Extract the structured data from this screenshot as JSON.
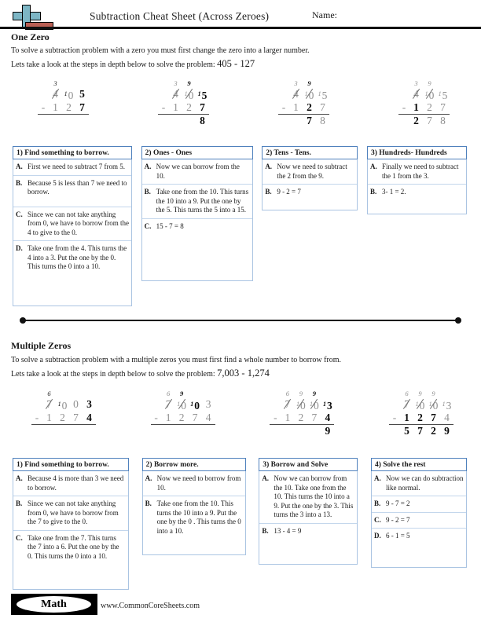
{
  "header": {
    "title": "Subtraction Cheat Sheet (Across Zeroes)",
    "name_label": "Name:"
  },
  "icons": {
    "logo": "teal-plus-cross-with-red-subtraction-bar"
  },
  "colors": {
    "box_border_dark": "#4f81bd",
    "box_border_light": "#aac4e2",
    "logo_teal": "#7db6c5",
    "logo_red": "#bb6055",
    "deemphasized_gray": "#909090"
  },
  "sections": [
    {
      "heading": "One Zero",
      "intro1": "To solve a subtraction problem with a zero you must first change the zero into a larger number.",
      "intro2": "Lets take a look at the steps in depth below to solve the problem:",
      "problem": "405 - 127",
      "worked": [
        {
          "carry": [
            {
              "t": "3"
            },
            {},
            {}
          ],
          "minuend": [
            {
              "t": "4",
              "x": 1,
              "g": 1
            },
            {
              "t": "0",
              "g": 1,
              "sup": "1",
              "sd": 1
            },
            {
              "t": "5",
              "b": 1
            }
          ],
          "sub": [
            {
              "t": "-",
              "g": 1
            },
            {
              "t": "1",
              "g": 1
            },
            {
              "t": "2",
              "g": 1
            },
            {
              "t": "7",
              "b": 1
            }
          ],
          "answer": []
        },
        {
          "carry": [
            {
              "t": "3",
              "g": 1
            },
            {
              "t": "9",
              "b": 1
            },
            {}
          ],
          "minuend": [
            {
              "t": "4",
              "x": 1,
              "g": 1
            },
            {
              "t": "0",
              "x": 1,
              "g": 1,
              "sup": "1"
            },
            {
              "t": "5",
              "b": 1,
              "sup": "1"
            }
          ],
          "sub": [
            {
              "t": "-",
              "g": 1
            },
            {
              "t": "1",
              "g": 1
            },
            {
              "t": "2",
              "g": 1
            },
            {
              "t": "7",
              "b": 1
            }
          ],
          "answer": [
            {},
            {},
            {
              "t": "8",
              "b": 1
            }
          ]
        },
        {
          "carry": [
            {
              "t": "3",
              "g": 1
            },
            {
              "t": "9",
              "b": 1
            },
            {}
          ],
          "minuend": [
            {
              "t": "4",
              "x": 1,
              "g": 1
            },
            {
              "t": "0",
              "x": 1,
              "g": 1,
              "sup": "1"
            },
            {
              "t": "5",
              "g": 1,
              "sup": "1"
            }
          ],
          "sub": [
            {
              "t": "-",
              "g": 1
            },
            {
              "t": "1",
              "g": 1
            },
            {
              "t": "2",
              "b": 1
            },
            {
              "t": "7",
              "g": 1
            }
          ],
          "answer": [
            {},
            {
              "t": "7",
              "b": 1
            },
            {
              "t": "8",
              "g": 1
            }
          ]
        },
        {
          "carry": [
            {
              "t": "3",
              "g": 1
            },
            {
              "t": "9",
              "g": 1
            },
            {}
          ],
          "minuend": [
            {
              "t": "4",
              "x": 1,
              "g": 1
            },
            {
              "t": "0",
              "x": 1,
              "g": 1,
              "sup": "1"
            },
            {
              "t": "5",
              "g": 1,
              "sup": "1"
            }
          ],
          "sub": [
            {
              "t": "-",
              "g": 1
            },
            {
              "t": "1",
              "b": 1
            },
            {
              "t": "2",
              "g": 1
            },
            {
              "t": "7",
              "g": 1
            }
          ],
          "answer": [
            {
              "t": "2",
              "b": 1
            },
            {
              "t": "7",
              "g": 1
            },
            {
              "t": "8",
              "g": 1
            }
          ]
        }
      ],
      "boxes": [
        {
          "title": "1) Find something to borrow.",
          "steps": [
            {
              "letter": "A.",
              "text": "First we need to subtract 7 from 5."
            },
            {
              "letter": "B.",
              "text": "Because 5 is less than 7 we need to borrow."
            },
            {
              "letter": "C.",
              "text": "Since we can not take anything from 0, we have to borrow from the 4 to give to the 0."
            },
            {
              "letter": "D.",
              "text": "Take one from the 4. This turns the 4 into a 3. Put the one by the 0. This turns the 0 into a 10."
            }
          ]
        },
        {
          "title": "2) Ones - Ones",
          "steps": [
            {
              "letter": "A.",
              "text": "Now we can borrow from the 10."
            },
            {
              "letter": "B.",
              "text": "Take one from the 10. This turns the 10 into a 9. Put the one by the 5. This turns the 5 into a 15."
            },
            {
              "letter": "C.",
              "text": "15 - 7 = 8"
            }
          ]
        },
        {
          "title": "2) Tens - Tens.",
          "steps": [
            {
              "letter": "A.",
              "text": "Now we need to subtract the 2 from the 9."
            },
            {
              "letter": "B.",
              "text": "9 - 2 = 7"
            }
          ]
        },
        {
          "title": "3) Hundreds- Hundreds",
          "steps": [
            {
              "letter": "A.",
              "text": "Finally we need to subtract the 1 from the 3."
            },
            {
              "letter": "B.",
              "text": "3- 1 = 2."
            }
          ]
        }
      ]
    },
    {
      "heading": "Multiple Zeros",
      "intro1": "To solve a subtraction problem with a multiple zeros you must first find a whole number to borrow from.",
      "intro2": "Lets take a look at the steps in depth below to solve the problem:",
      "problem": "7,003 - 1,274",
      "worked": [
        {
          "carry": [
            {
              "t": "6"
            },
            {},
            {},
            {}
          ],
          "minuend": [
            {
              "t": "7",
              "x": 1,
              "g": 1
            },
            {
              "t": "0",
              "g": 1,
              "sup": "1",
              "sd": 1
            },
            {
              "t": "0",
              "g": 1
            },
            {
              "t": "3",
              "b": 1
            }
          ],
          "sub": [
            {
              "t": "-",
              "g": 1
            },
            {
              "t": "1",
              "g": 1
            },
            {
              "t": "2",
              "g": 1
            },
            {
              "t": "7",
              "g": 1
            },
            {
              "t": "4",
              "b": 1
            }
          ],
          "answer": []
        },
        {
          "carry": [
            {
              "t": "6",
              "g": 1
            },
            {
              "t": "9",
              "b": 1
            },
            {},
            {}
          ],
          "minuend": [
            {
              "t": "7",
              "x": 1,
              "g": 1
            },
            {
              "t": "0",
              "x": 1,
              "g": 1,
              "sup": "1"
            },
            {
              "t": "0",
              "b": 1,
              "sup": "1"
            },
            {
              "t": "3",
              "g": 1
            }
          ],
          "sub": [
            {
              "t": "-",
              "g": 1
            },
            {
              "t": "1",
              "g": 1
            },
            {
              "t": "2",
              "g": 1
            },
            {
              "t": "7",
              "g": 1
            },
            {
              "t": "4",
              "g": 1
            }
          ],
          "answer": []
        },
        {
          "carry": [
            {
              "t": "6",
              "g": 1
            },
            {
              "t": "9",
              "g": 1
            },
            {
              "t": "9",
              "b": 1
            },
            {}
          ],
          "minuend": [
            {
              "t": "7",
              "x": 1,
              "g": 1
            },
            {
              "t": "0",
              "x": 1,
              "g": 1,
              "sup": "1"
            },
            {
              "t": "0",
              "x": 1,
              "g": 1,
              "sup": "1"
            },
            {
              "t": "3",
              "b": 1,
              "sup": "1"
            }
          ],
          "sub": [
            {
              "t": "-",
              "g": 1
            },
            {
              "t": "1",
              "g": 1
            },
            {
              "t": "2",
              "g": 1
            },
            {
              "t": "7",
              "g": 1
            },
            {
              "t": "4",
              "b": 1
            }
          ],
          "answer": [
            {},
            {},
            {},
            {
              "t": "9",
              "b": 1
            }
          ]
        },
        {
          "carry": [
            {
              "t": "6",
              "g": 1
            },
            {
              "t": "9",
              "g": 1
            },
            {
              "t": "9",
              "g": 1
            },
            {}
          ],
          "minuend": [
            {
              "t": "7",
              "x": 1,
              "g": 1
            },
            {
              "t": "0",
              "x": 1,
              "g": 1,
              "sup": "1"
            },
            {
              "t": "0",
              "x": 1,
              "g": 1,
              "sup": "1"
            },
            {
              "t": "3",
              "g": 1,
              "sup": "1"
            }
          ],
          "sub": [
            {
              "t": "-",
              "g": 1
            },
            {
              "t": "1",
              "b": 1
            },
            {
              "t": "2",
              "b": 1
            },
            {
              "t": "7",
              "b": 1
            },
            {
              "t": "4",
              "g": 1
            }
          ],
          "answer": [
            {
              "t": "5",
              "b": 1
            },
            {
              "t": "7",
              "b": 1
            },
            {
              "t": "2",
              "b": 1
            },
            {
              "t": "9",
              "b": 1
            }
          ]
        }
      ],
      "boxes": [
        {
          "title": "1) Find something to borrow.",
          "steps": [
            {
              "letter": "A.",
              "text": "Because 4 is more than 3 we need to borrow."
            },
            {
              "letter": "B.",
              "text": "Since we can not take anything from 0, we have to borrow from the 7 to give to the 0."
            },
            {
              "letter": "C.",
              "text": "Take one from the 7. This turns the 7 into a 6. Put the one by the 0. This turns the 0 into a 10."
            }
          ]
        },
        {
          "title": "2) Borrow more.",
          "steps": [
            {
              "letter": "A.",
              "text": "Now we need to borrow from 10."
            },
            {
              "letter": "B.",
              "text": "Take one from the 10. This turns the 10 into a 9. Put the one by the 0 . This turns the 0 into a 10."
            }
          ]
        },
        {
          "title": "3) Borrow and Solve",
          "steps": [
            {
              "letter": "A.",
              "text": "Now we can borrow from the 10. Take one from the 10. This turns the 10 into a 9. Put the one by the 3. This turns the 3 into a 13."
            },
            {
              "letter": "B.",
              "text": "13 - 4 = 9"
            }
          ]
        },
        {
          "title": "4) Solve the rest",
          "steps": [
            {
              "letter": "A.",
              "text": "Now we can do subtraction like normal."
            },
            {
              "letter": "B.",
              "text": "9 - 7 = 2"
            },
            {
              "letter": "C.",
              "text": "9 - 2 = 7"
            },
            {
              "letter": "D.",
              "text": "6 - 1 = 5"
            }
          ]
        }
      ]
    }
  ],
  "footer": {
    "badge_label": "Math",
    "website": "www.CommonCoreSheets.com"
  }
}
